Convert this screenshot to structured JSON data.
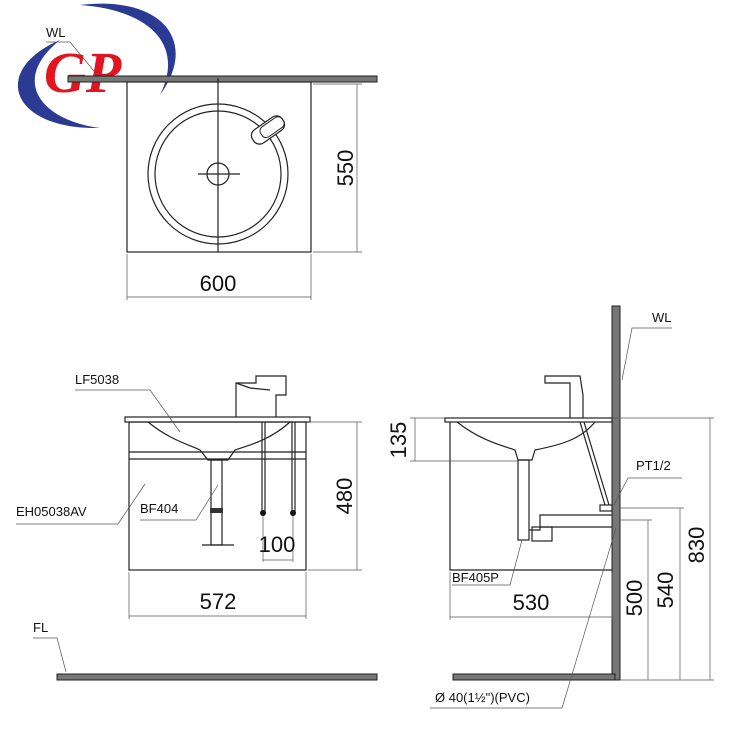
{
  "logo": {
    "text": "GP",
    "colors": {
      "blue": "#2b3a92",
      "red": "#e3141f"
    }
  },
  "top_view": {
    "wall_label": "WL",
    "depth": "550",
    "width": "600"
  },
  "front_view": {
    "basin_label": "LF5038",
    "cabinet_label": "EH05038AV",
    "drain_label": "BF404",
    "height": "480",
    "width": "572",
    "supply_spacing": "100",
    "floor_label": "FL"
  },
  "side_view": {
    "wall_label": "WL",
    "valve_label": "PT1/2",
    "trap_label": "BF405P",
    "basin_height": "135",
    "depth": "530",
    "drain_height": "500",
    "supply_height": "540",
    "top_height": "830",
    "pipe_label": "Ø  40(1½\")(PVC)"
  }
}
